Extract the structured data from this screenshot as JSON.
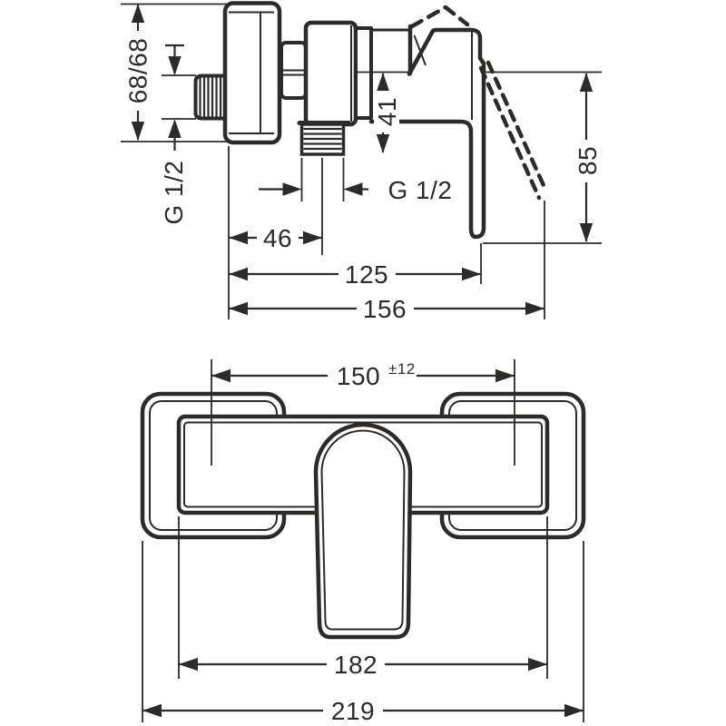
{
  "drawing": {
    "product": "single-lever-shower-mixer-exposed-installation",
    "style": {
      "background": "#ffffff",
      "line_color": "#2d2b29"
    },
    "side": {
      "dim_height_pair": "68/68",
      "dim_inlet_thread": "G 1/2",
      "dim_axis_to_outlet_end": "41",
      "dim_outlet_thread": "G 1/2",
      "dim_wall_to_outlet_axis": "46",
      "dim_wall_to_handle_closed": "125",
      "dim_wall_to_handle_open": "156",
      "dim_handle_drop": "85"
    },
    "front": {
      "dim_connection_centres": "150",
      "dim_connection_tolerance": "±12",
      "dim_body_width": "182",
      "dim_overall_width": "219"
    }
  }
}
